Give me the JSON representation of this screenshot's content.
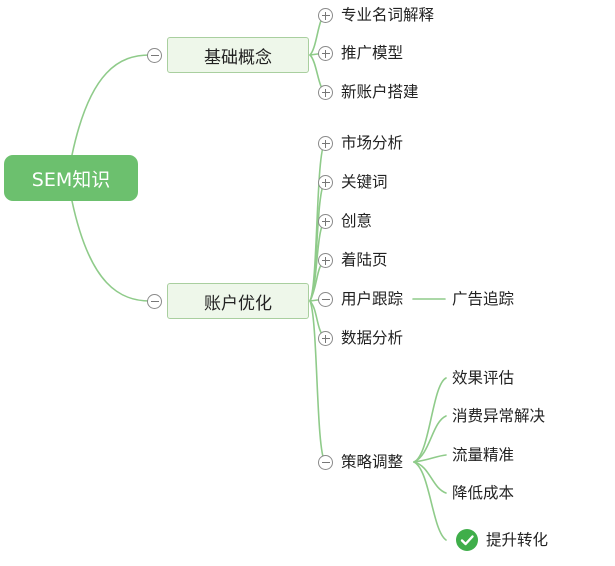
{
  "mindmap": {
    "root": "SEM知识",
    "branches": [
      {
        "label": "基础概念",
        "children": [
          "专业名词解释",
          "推广模型",
          "新账户搭建"
        ]
      },
      {
        "label": "账户优化",
        "children": [
          "市场分析",
          "关键词",
          "创意",
          "着陆页",
          "用户跟踪",
          "数据分析",
          "策略调整"
        ]
      }
    ],
    "tracking_child": "广告追踪",
    "strategy_children": [
      "效果评估",
      "消费异常解决",
      "流量精准",
      "降低成本",
      "提升转化"
    ]
  },
  "colors": {
    "line": "#8fcb8a",
    "root_fill": "#6cc06e",
    "branch_fill": "#eef7ea",
    "check": "#3fae4a"
  },
  "icons": {
    "collapse": "minus-circle-icon",
    "expand": "plus-circle-icon",
    "done": "check-circle-icon"
  }
}
